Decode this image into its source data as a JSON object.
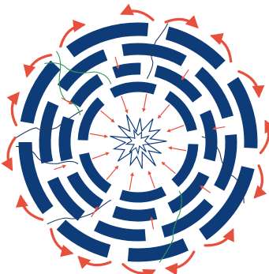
{
  "diagram": {
    "colors": {
      "ring": "#0d3c78",
      "arrow": "#e8503e",
      "path_dark": "#24385e",
      "path_green": "#2f9a55",
      "burst": "#0d3c78",
      "background": "#ffffff"
    },
    "rings": [
      {
        "name": "outer-ring",
        "gaps_deg": [
          10,
          52,
          98,
          150,
          190,
          228,
          275,
          318
        ]
      },
      {
        "name": "second-ring",
        "gaps_deg": [
          35,
          80,
          125,
          170,
          212,
          252,
          300,
          345
        ]
      },
      {
        "name": "third-ring",
        "gaps_deg": [
          8,
          60,
          110,
          160,
          205,
          250,
          295,
          335
        ]
      },
      {
        "name": "inner-ring",
        "gaps_deg": [
          25,
          85,
          145,
          205,
          265,
          325
        ]
      }
    ],
    "icons": {
      "ring": "ring-segment",
      "escape_arrow": "curved-arrow-icon",
      "inward_arrow": "inward-arrow-icon",
      "center": "starburst-icon"
    }
  }
}
